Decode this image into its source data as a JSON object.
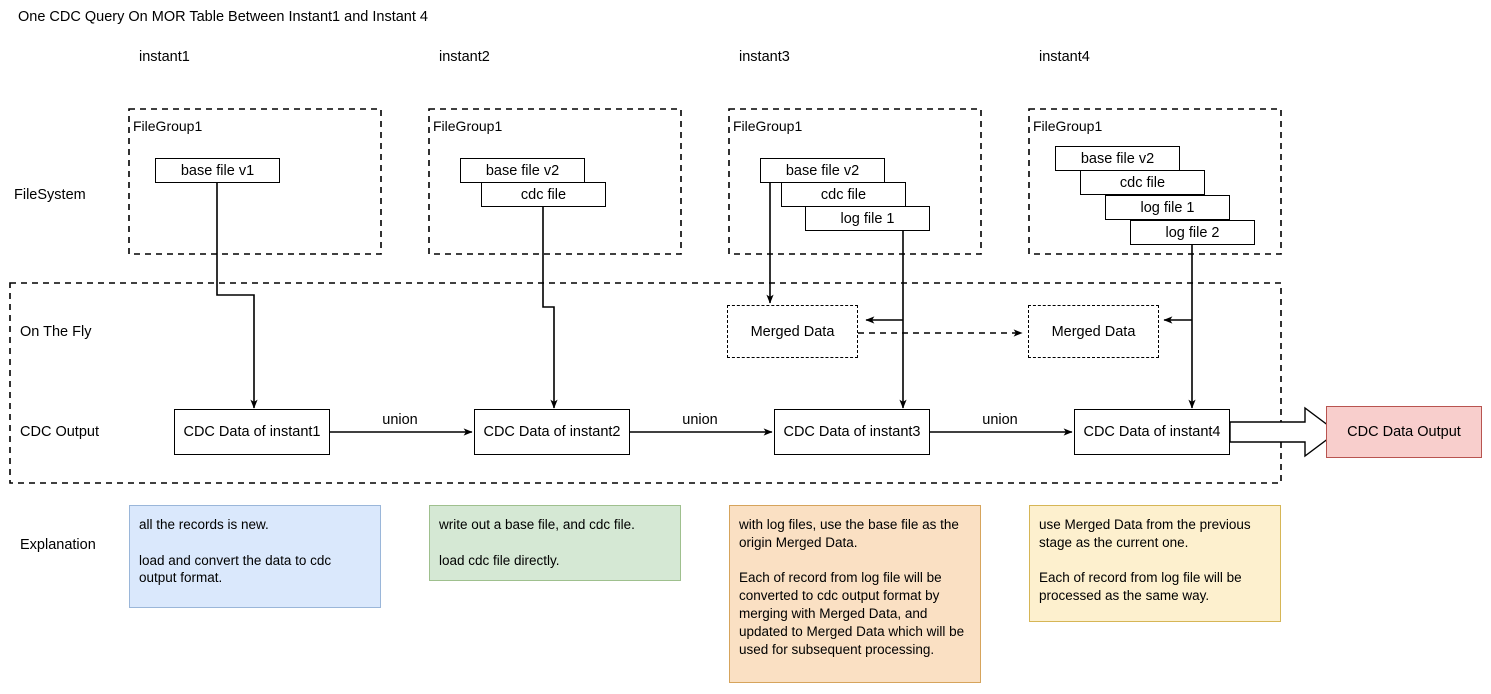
{
  "title": "One CDC Query On MOR Table Between Instant1 and Instant 4",
  "columns": [
    {
      "label": "instant1"
    },
    {
      "label": "instant2"
    },
    {
      "label": "instant3"
    },
    {
      "label": "instant4"
    }
  ],
  "rows": {
    "filesystem": "FileSystem",
    "onthefly": "On The Fly",
    "cdcoutput": "CDC Output",
    "explanation": "Explanation"
  },
  "filegroups": [
    {
      "title": "FileGroup1",
      "files": [
        "base file v1"
      ]
    },
    {
      "title": "FileGroup1",
      "files": [
        "base file v2",
        "cdc file"
      ]
    },
    {
      "title": "FileGroup1",
      "files": [
        "base file v2",
        "cdc file",
        "log file 1"
      ]
    },
    {
      "title": "FileGroup1",
      "files": [
        "base file v2",
        "cdc file",
        "log file 1",
        "log file 2"
      ]
    }
  ],
  "merged_data": [
    {
      "label": "Merged Data"
    },
    {
      "label": "Merged Data"
    }
  ],
  "cdc_boxes": [
    {
      "label": "CDC Data of instant1"
    },
    {
      "label": "CDC Data of instant2"
    },
    {
      "label": "CDC Data of instant3"
    },
    {
      "label": "CDC Data of instant4"
    }
  ],
  "union_labels": [
    "union",
    "union",
    "union"
  ],
  "output_box": {
    "label": "CDC Data Output",
    "fill": "#f8cecc",
    "stroke": "#b85450"
  },
  "explanations": [
    {
      "text": "all the records is new.\n\nload and convert the data to cdc output format.",
      "fill": "#dae8fc"
    },
    {
      "text": "write out a base file, and cdc file.\n\nload cdc file directly.",
      "fill": "#d5e8d4"
    },
    {
      "text": "with log files, use the base file as the origin Merged Data.\n\nEach of record from log file will be converted to cdc output format by merging with Merged Data, and updated to Merged Data which will be used for subsequent processing.",
      "fill": "#fae0c3"
    },
    {
      "text": "use Merged Data from the previous stage as the current one.\n\nEach of record from log file will be processed as the same way.",
      "fill": "#fdf0ce"
    }
  ]
}
